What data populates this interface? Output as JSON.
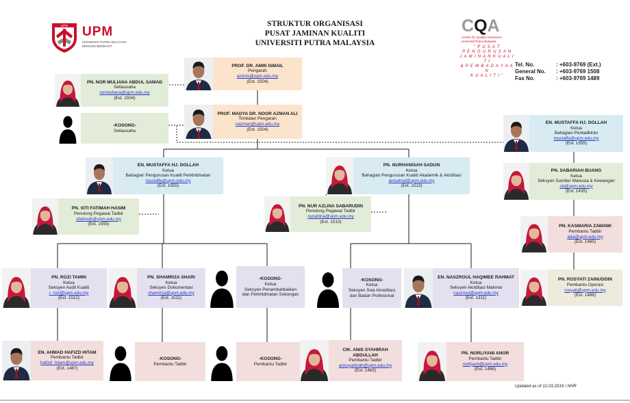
{
  "header": {
    "title_lines": [
      "STRUKTUR ORGANISASI",
      "PUSAT JAMINAN KUALITI",
      "UNIVERSITI PUTRA MALAYSIA"
    ]
  },
  "logos": {
    "upm": {
      "word": "UPM",
      "sub": "UNIVERSITI PUTRA MALAYSIA",
      "sub2": "BERILMU BERBAKTI",
      "crest_text": "UPM"
    },
    "cqa": {
      "word_c": "C",
      "word_q": "Q",
      "word_a": "A",
      "sub1": "Centre for Quality Assurance",
      "sub2": "Universiti Putra Malaysia"
    }
  },
  "tagline": [
    "\" P U S A T",
    "P E N G U R U S A N",
    "J A M I N A N  K U A L I T I",
    "& P E M B A D A Y A A N",
    "K U A L I T I \""
  ],
  "contact": [
    {
      "label": "Tel. No.",
      "value": ": +603-9769 (Ext.)"
    },
    {
      "label": "General No.",
      "value": ": +603-9769 1508"
    },
    {
      "label": "Fax No.",
      "value": ": +603-9769 1489"
    }
  ],
  "colors": {
    "orange": "#fbe3cc",
    "green": "#e3ecd8",
    "blue": "#d8ebf2",
    "lavender": "#e5e0ef",
    "pink": "#f2dedc",
    "khaki": "#eeeadc",
    "line": "#1a1a1a",
    "email": "#1c36c8"
  },
  "people": [
    {
      "id": "pengarah",
      "lines": [
        "PROF. DR. AMIN ISMAIL",
        "Pengarah"
      ],
      "email": "aminis@upm.edu.my",
      "ext": "(Ext. 1504)",
      "color": "orange",
      "photo": "man"
    },
    {
      "id": "timbalan",
      "lines": [
        "PROF. MADYA DR. NOOR AZMAN ALI",
        "Timbalan Pengarah"
      ],
      "email": "nazman@upm.edu.my",
      "ext": "(Ext. 1504)",
      "color": "orange",
      "photo": "man"
    },
    {
      "id": "setiausaha1",
      "lines": [
        "PN. NOR MULIANA ABDUL SAMAD",
        "Setiausaha"
      ],
      "email": "normuliana@upm.edu.my",
      "ext": "(Ext. 1504)",
      "color": "green",
      "photo": "woman"
    },
    {
      "id": "setiausaha2",
      "lines": [
        "-KOSONG-",
        "Setiausaha"
      ],
      "email": "",
      "ext": "",
      "color": "green",
      "photo": "silhouette"
    },
    {
      "id": "mustaffa_perkh",
      "lines": [
        "EN. MUSTAFFA HJ. DOLLAH",
        "Ketua",
        "Bahagian Pengurusan Kualiti Perkhidmatan"
      ],
      "email": "mustaffa@upm.edu.my",
      "ext": "(Ext. 1555)",
      "color": "blue",
      "photo": "man"
    },
    {
      "id": "nurhanisah",
      "lines": [
        "PN. NURHANISAH SADUN",
        "Ketua",
        "Bahagian Pengurusan Kualiti Akademik & Akriditasi"
      ],
      "email": "anisahsd@upm.edu.my",
      "ext": "(Ext. 1513)",
      "color": "blue",
      "photo": "woman"
    },
    {
      "id": "mustaffa_pent",
      "lines": [
        "EN. MUSTAFFA HJ. DOLLAH",
        "Ketua",
        "Bahagian Pentadbiran"
      ],
      "email": "mustaffa@upm.edu.my",
      "ext": "(Ext. 1555)",
      "color": "blue",
      "photo": "man"
    },
    {
      "id": "siti",
      "lines": [
        "PN. SITI FATIMAH HASIM",
        "Penolong Pegawai Tadbir"
      ],
      "email": "sfatimah@upm.edu.my",
      "ext": "(Ext. 1555)",
      "color": "green",
      "photo": "woman"
    },
    {
      "id": "nurazlina",
      "lines": [
        "PN. NUR AZLINA SABARUDIN",
        "Penolong Pegawai Tadbir"
      ],
      "email": "nurazlina@upm.edu.my",
      "ext": "(Ext. 1513)",
      "color": "green",
      "photo": "woman"
    },
    {
      "id": "sabariah",
      "lines": [
        "PN. SABARIAH BUANG",
        "Ketua",
        "Seksyen Sumber Manusia & Kewangan"
      ],
      "email": "sb@upm.edu.my",
      "ext": "(Ext. 1435)",
      "color": "green",
      "photo": "woman"
    },
    {
      "id": "kasmaria",
      "lines": [
        "PN. KASMARIA ZAWAWI",
        "Pembantu Tadbir"
      ],
      "email": "ada@upm.edu.my",
      "ext": "(Ext. 1485)",
      "color": "pink",
      "photo": "woman"
    },
    {
      "id": "rosyati",
      "lines": [
        "PN. ROSYATI ZAINUDDIN",
        "Pembantu Operasi"
      ],
      "email": "rosyati@upm.edu.my",
      "ext": "(Ext. 1488)",
      "color": "khaki",
      "photo": "woman"
    },
    {
      "id": "rozi",
      "lines": [
        "PN. ROZI TAMIN",
        "Ketua",
        "Seksyen Audit Kualiti"
      ],
      "email": "r_rozi@upm.edu.my",
      "ext": "(Ext. 1512)",
      "color": "lavender",
      "photo": "woman"
    },
    {
      "id": "shamriza",
      "lines": [
        "PN. SHAMRIZA SHARI",
        "Ketua",
        "Seksyen Dokumentasi"
      ],
      "email": "shamriza@upm.edu.my",
      "ext": "(Ext. 1511)",
      "color": "lavender",
      "photo": "woman"
    },
    {
      "id": "kosong_penambah",
      "lines": [
        "-KOSONG-",
        "Ketua",
        "Seksyen Penambahbaikan",
        "dan Perkhidmatan Sokongan"
      ],
      "email": "",
      "ext": "",
      "color": "lavender",
      "photo": "silhouette"
    },
    {
      "id": "kosong_swa",
      "lines": [
        "-KOSONG-",
        "Ketua",
        "Seksyen Swa Akreditasi",
        "dan Badan Profesional"
      ],
      "email": "",
      "ext": "",
      "color": "lavender",
      "photo": "silhouette"
    },
    {
      "id": "naszroul",
      "lines": [
        "EN. NASZROUL HAQIMEE RAHMAT",
        "Ketua",
        "Seksyen Akriditasi Makmal"
      ],
      "email": "naszroul@upm.edu.my",
      "ext": "(Ext. 1311)",
      "color": "lavender",
      "photo": "man"
    },
    {
      "id": "ahmad",
      "lines": [
        "EN. AHMAD HAFIZD HITAM",
        "Pembantu Tadbir"
      ],
      "email": "hafizd_hitam@upm.edu.my",
      "ext": "(Ext. 1487)",
      "color": "pink",
      "photo": "man"
    },
    {
      "id": "kosong_pt1",
      "lines": [
        "-KOSONG-",
        "Pembantu Tadbir"
      ],
      "email": "",
      "ext": "",
      "color": "pink",
      "photo": "silhouette"
    },
    {
      "id": "kosong_pt2",
      "lines": [
        "-KOSONG-",
        "Pembantu Tadbir"
      ],
      "email": "",
      "ext": "",
      "color": "pink",
      "photo": "silhouette"
    },
    {
      "id": "anis",
      "lines": [
        "CIK. ANIS SYAHIRAH ABDULLAH",
        "Pembantu Tadbir"
      ],
      "email": "anissyahirah@upm.edu.my",
      "ext": "(Ext. 1483)",
      "color": "pink",
      "photo": "woman"
    },
    {
      "id": "norliyani",
      "lines": [
        "PN. NORLIYANI ANOR",
        "Pembantu Tadbir"
      ],
      "email": "norliyani@upm.edu.my",
      "ext": "(Ext. 1486)",
      "color": "pink",
      "photo": "woman"
    }
  ],
  "updated": "Updated as of 12.03.2019 / NHR"
}
